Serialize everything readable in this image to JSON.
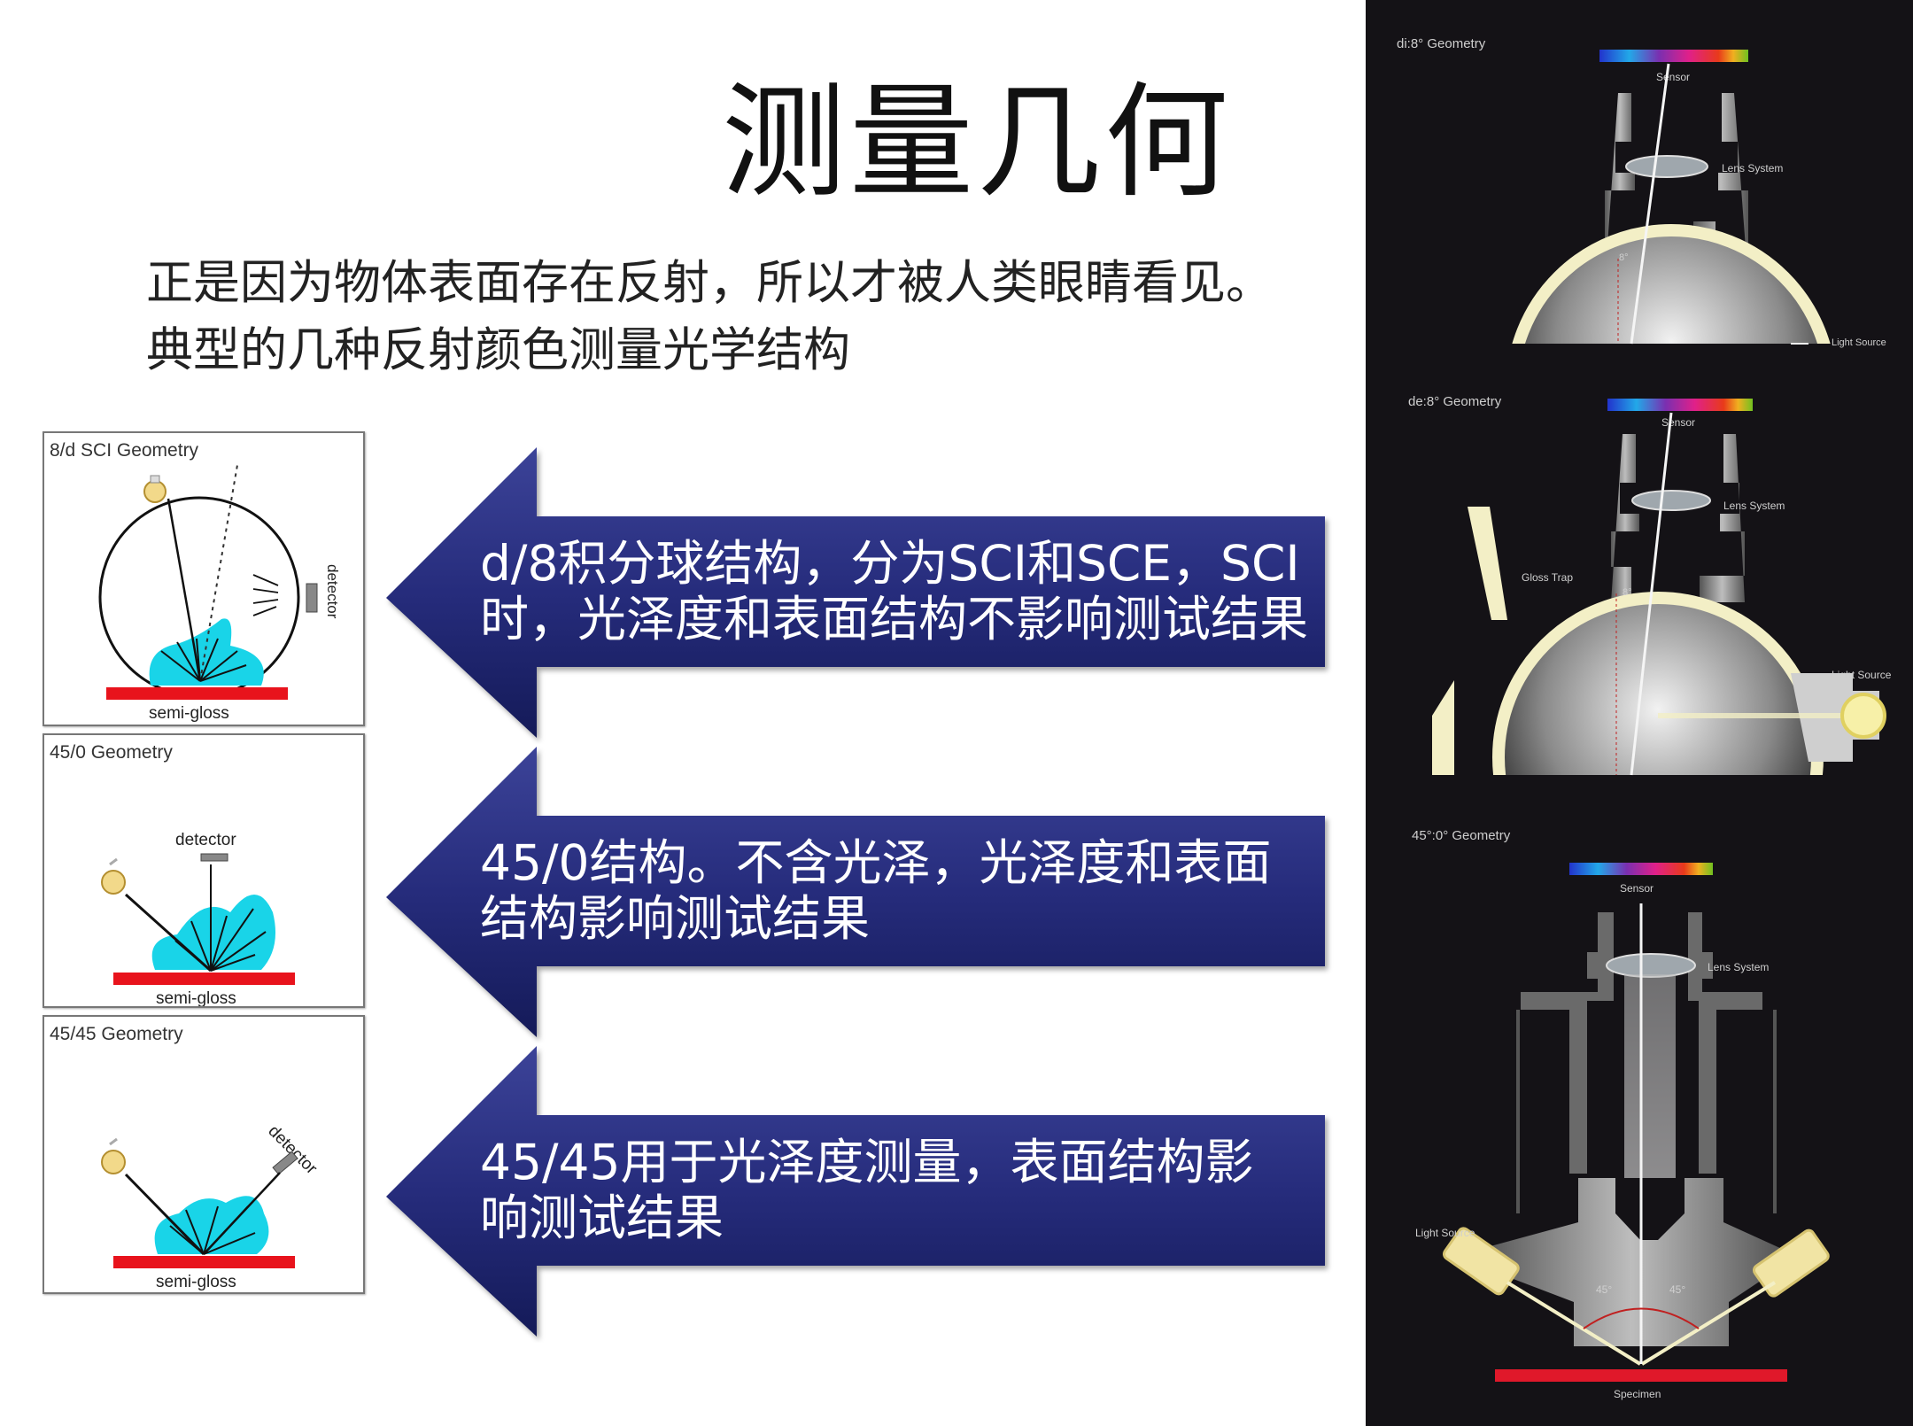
{
  "title": "测量几何",
  "intro": {
    "line1": "正是因为物体表面存在反射，所以才被人类眼睛看见。",
    "line2": "典型的几种反射颜色测量光学结构"
  },
  "colors": {
    "arrow_fill": "#1e2470",
    "arrow_highlight": "#3c4398",
    "specimen": "#e8131c",
    "lobe": "#19d4e8",
    "dark_background": "#141216",
    "sphere_rim": "#f3efc6"
  },
  "left_diagrams": [
    {
      "title": "8/d SCI Geometry",
      "detector": "detector",
      "sample": "semi-gloss"
    },
    {
      "title": "45/0 Geometry",
      "detector": "detector",
      "sample": "semi-gloss"
    },
    {
      "title": "45/45 Geometry",
      "detector": "detector",
      "sample": "semi-gloss"
    }
  ],
  "arrows": [
    {
      "line1": "d/8积分球结构，分为SCI和SCE，SCI",
      "line2": "时，光泽度和表面结构不影响测试结果"
    },
    {
      "line1": "45/0结构。不含光泽，光泽度和表面",
      "line2": "结构影响测试结果"
    },
    {
      "line1": "45/45用于光泽度测量，表面结构影",
      "line2": "响测试结果"
    }
  ],
  "right_diagrams": {
    "d1": {
      "title": "di:8° Geometry",
      "sensor": "Sensor",
      "lens": "Lens System",
      "angle": "8°",
      "light": "Light Source"
    },
    "d2": {
      "title": "de:8° Geometry",
      "sensor": "Sensor",
      "lens": "Lens System",
      "gloss_trap": "Gloss Trap",
      "angle": "8°",
      "light": "Light Source"
    },
    "d3": {
      "title": "45°:0° Geometry",
      "sensor": "Sensor",
      "lens": "Lens System",
      "light": "Light Source",
      "angle_left": "45°",
      "angle_right": "45°",
      "specimen": "Specimen"
    }
  }
}
